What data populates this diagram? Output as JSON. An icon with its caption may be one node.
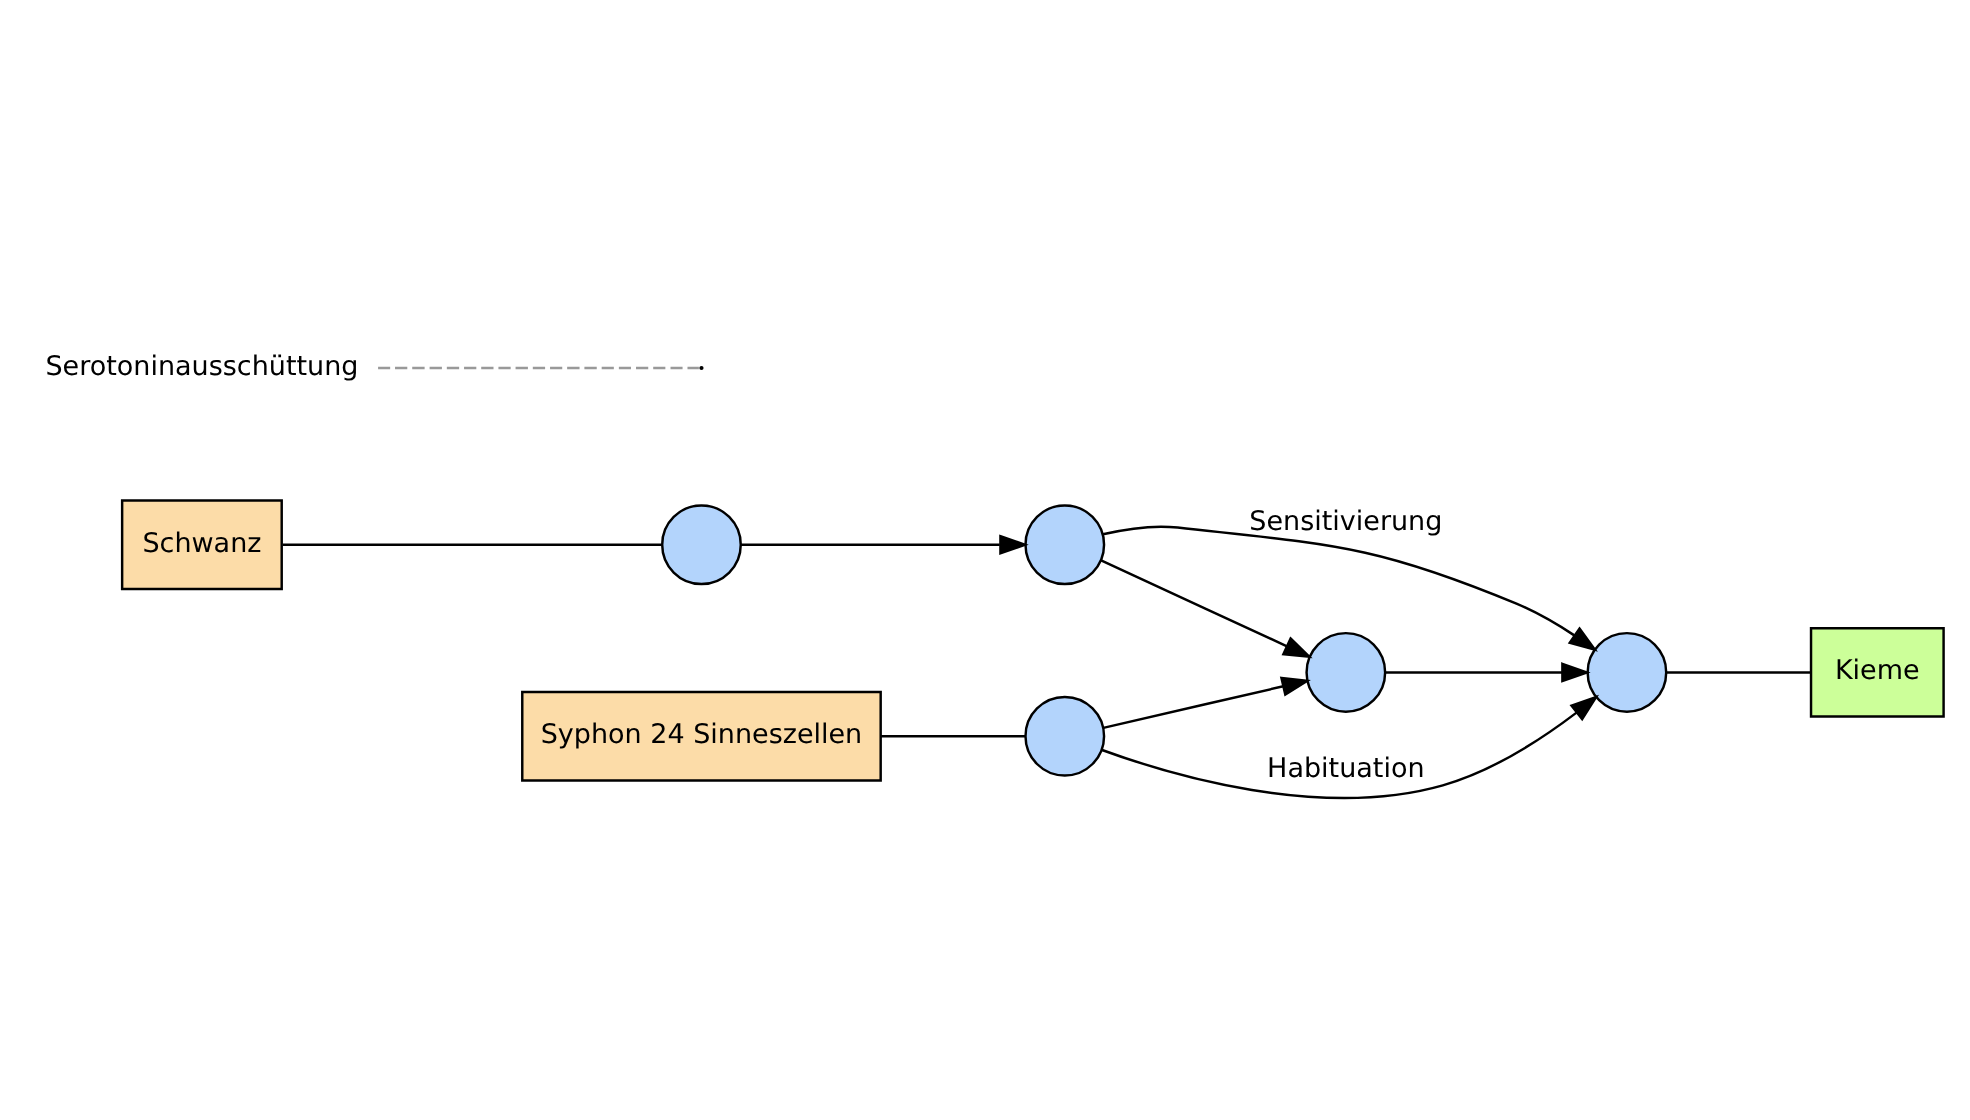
{
  "diagram": {
    "nodes": [
      {
        "text": [
          "Schwanz"
        ]
      },
      {
        "text": [],
        "shape": "circle"
      },
      {
        "text": [],
        "shape": "circle"
      },
      {
        "text": [
          "Serotoninausschüttung"
        ]
      },
      {
        "text": [],
        "shape": "circle"
      },
      {
        "text": [
          "Syphon 24 Sinneszellen"
        ]
      },
      {
        "text": [],
        "shape": "circle"
      },
      {
        "text": [],
        "shape": "circle"
      },
      {
        "text": [
          "Kieme"
        ]
      }
    ],
    "edges": [
      {
        "from": 0,
        "to": 1,
        "arrow": "none"
      },
      {
        "from": 1,
        "to": 2,
        "arrow": "to"
      },
      {
        "from": 2,
        "to": 4,
        "arrow": "to"
      },
      {
        "from": 2,
        "to": 7,
        "arrow": "to",
        "label": "Sensitivierung"
      },
      {
        "from": 3,
        "to": null,
        "arrow": "none",
        "style": "dashed",
        "color": "#999999"
      },
      {
        "from": 5,
        "to": 6,
        "arrow": "none"
      },
      {
        "from": 6,
        "to": 4,
        "arrow": "to"
      },
      {
        "from": 6,
        "to": 7,
        "arrow": "to",
        "label": "Habituation"
      },
      {
        "from": 4,
        "to": 7,
        "arrow": "to"
      },
      {
        "from": 7,
        "to": 8,
        "arrow": "none"
      }
    ]
  }
}
